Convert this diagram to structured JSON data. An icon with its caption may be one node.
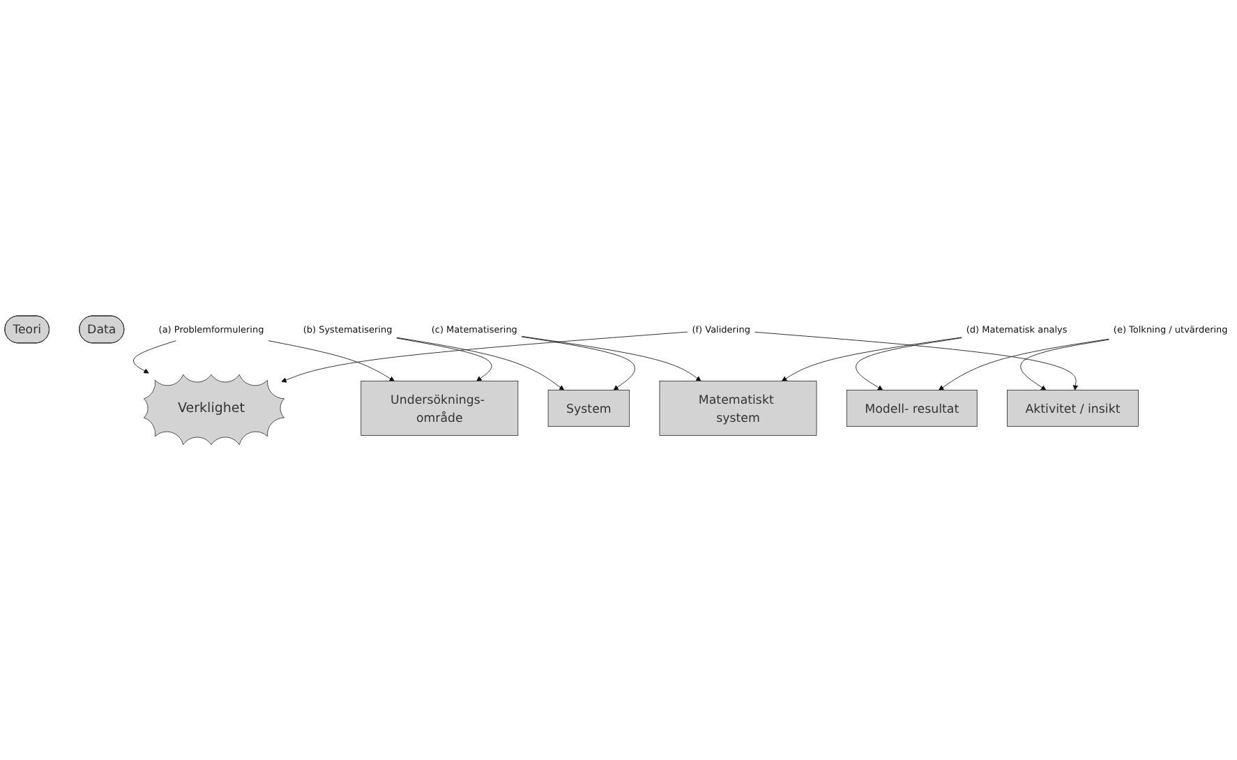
{
  "diagram": {
    "nodes": [
      {
        "text": [
          "Verklighet"
        ]
      },
      {
        "text": [
          "Undersöknings- område"
        ]
      },
      {
        "text": [
          "System"
        ]
      },
      {
        "text": [
          "Matematiskt system"
        ]
      },
      {
        "text": [
          "Modell- resultat"
        ]
      },
      {
        "text": [
          "Aktivitet / insikt"
        ]
      },
      {
        "text": [
          "Teori"
        ]
      },
      {
        "text": [
          "Data"
        ]
      },
      {
        "text": [
          "(a) Problemformulering"
        ]
      },
      {
        "text": [
          "(b) Systematisering"
        ]
      },
      {
        "text": [
          "(c) Matematisering"
        ]
      },
      {
        "text": [
          "(d) Matematisk analys"
        ]
      },
      {
        "text": [
          "(e) Tolkning / utvärdering"
        ]
      },
      {
        "text": [
          "(f) Validering"
        ]
      }
    ],
    "edges": [
      {
        "from": 8,
        "to": 0,
        "arrow": "to"
      },
      {
        "from": 8,
        "to": 1,
        "arrow": "to"
      },
      {
        "from": 9,
        "to": 1,
        "arrow": "to"
      },
      {
        "from": 9,
        "to": 2,
        "arrow": "to"
      },
      {
        "from": 10,
        "to": 2,
        "arrow": "to"
      },
      {
        "from": 10,
        "to": 3,
        "arrow": "to"
      },
      {
        "from": 11,
        "to": 3,
        "arrow": "to"
      },
      {
        "from": 11,
        "to": 4,
        "arrow": "to"
      },
      {
        "from": 12,
        "to": 4,
        "arrow": "to"
      },
      {
        "from": 12,
        "to": 5,
        "arrow": "to"
      },
      {
        "from": 13,
        "to": 5,
        "arrow": "to"
      },
      {
        "from": 13,
        "to": 0,
        "arrow": "to"
      }
    ]
  }
}
